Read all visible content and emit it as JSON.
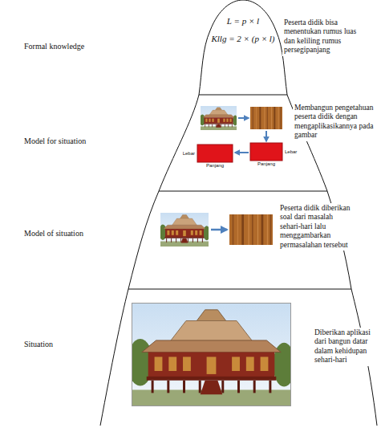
{
  "diagram": {
    "nodes": [
      {
        "text": [
          "Formal knowledge",
          "L = p × l",
          "Kllg = 2 × (p × l)",
          "Peserta didik bisa menentukan rumus luas dan keliling rumus persegipanjang"
        ]
      },
      {
        "text": [
          "Model for situation",
          "Membangun pengetahuan peserta didik dengan mengaplikasikannya pada gambar"
        ]
      },
      {
        "text": [
          "Model of situation",
          "Peserta didik diberikan soal dari masalah sehari-hari lalu menggambarkan permasalahan tersebut"
        ]
      },
      {
        "text": [
          "Situation",
          "Diberikan aplikasi dari bangun datar dalam kehidupan sehari-hari"
        ]
      }
    ],
    "labels": [
      "Panjang",
      "Lebar",
      "Panjang",
      "Lebar"
    ]
  }
}
